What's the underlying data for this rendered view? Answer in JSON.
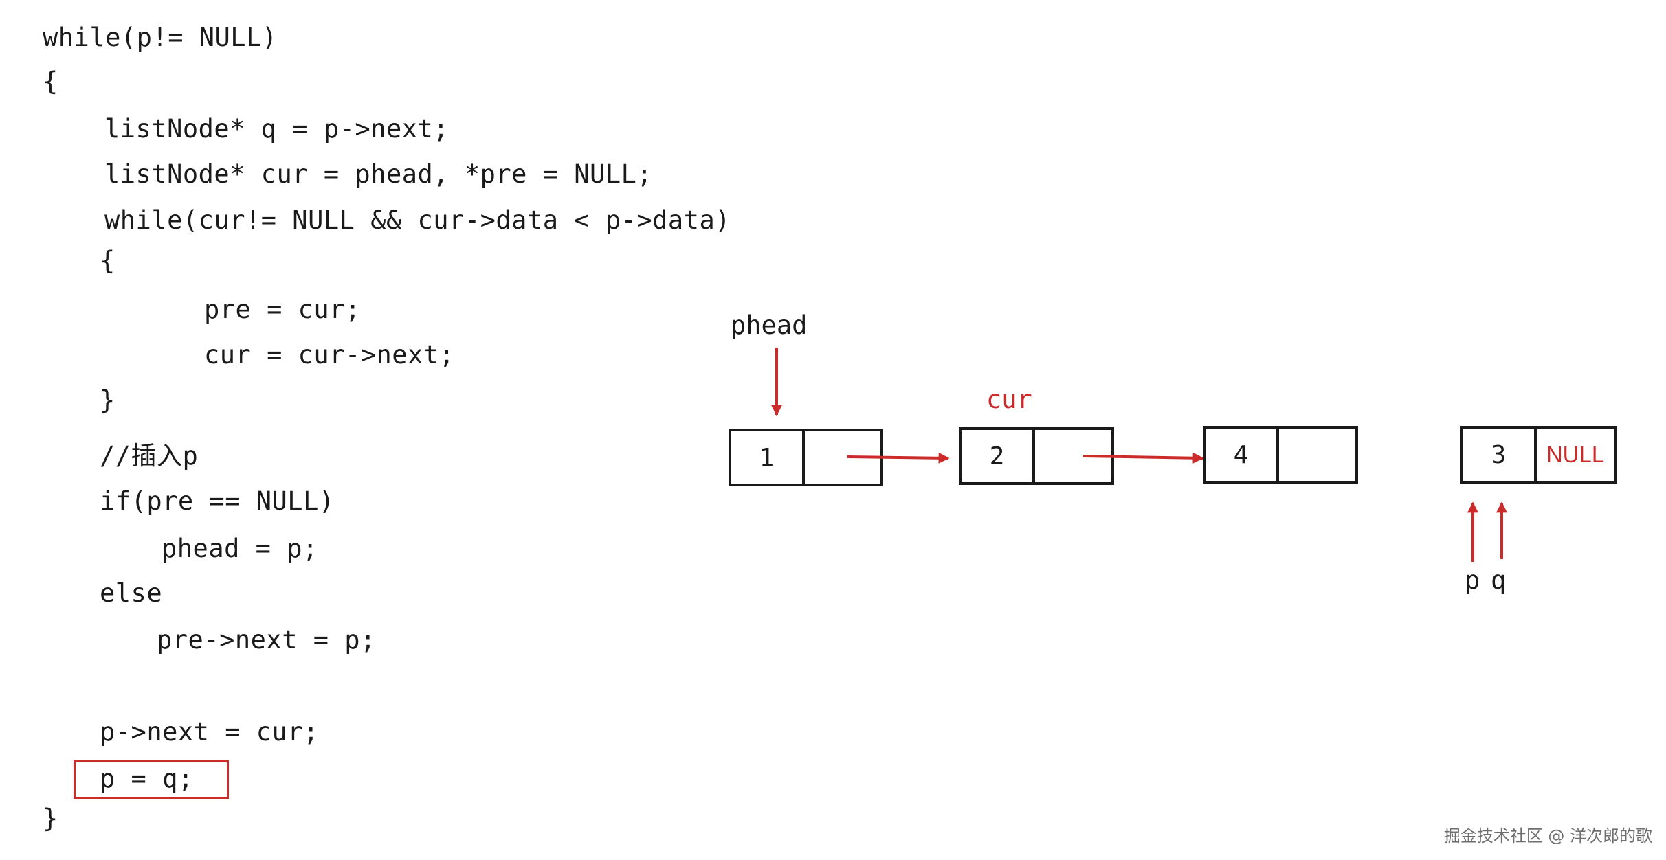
{
  "code": {
    "lines": [
      "while(p!= NULL)",
      "{",
      "listNode* q = p->next;",
      "listNode* cur = phead, *pre = NULL;",
      "while(cur!= NULL && cur->data < p->data)",
      "{",
      "pre = cur;",
      "cur = cur->next;",
      "}",
      "//插入p",
      "if(pre == NULL)",
      "phead = p;",
      "else",
      "pre->next = p;",
      "p->next = cur;",
      "p = q;",
      "}"
    ]
  },
  "diagram": {
    "labels": {
      "phead": "phead",
      "cur": "cur",
      "p": "p",
      "q": "q"
    },
    "nodes": [
      {
        "data": "1",
        "next": ""
      },
      {
        "data": "2",
        "next": ""
      },
      {
        "data": "4",
        "next": ""
      },
      {
        "data": "3",
        "next": "NULL"
      }
    ]
  },
  "colors": {
    "accent": "#cc2b2b",
    "ink": "#1a1a1a"
  },
  "watermark": "掘金技术社区 @ 洋次郎的歌"
}
